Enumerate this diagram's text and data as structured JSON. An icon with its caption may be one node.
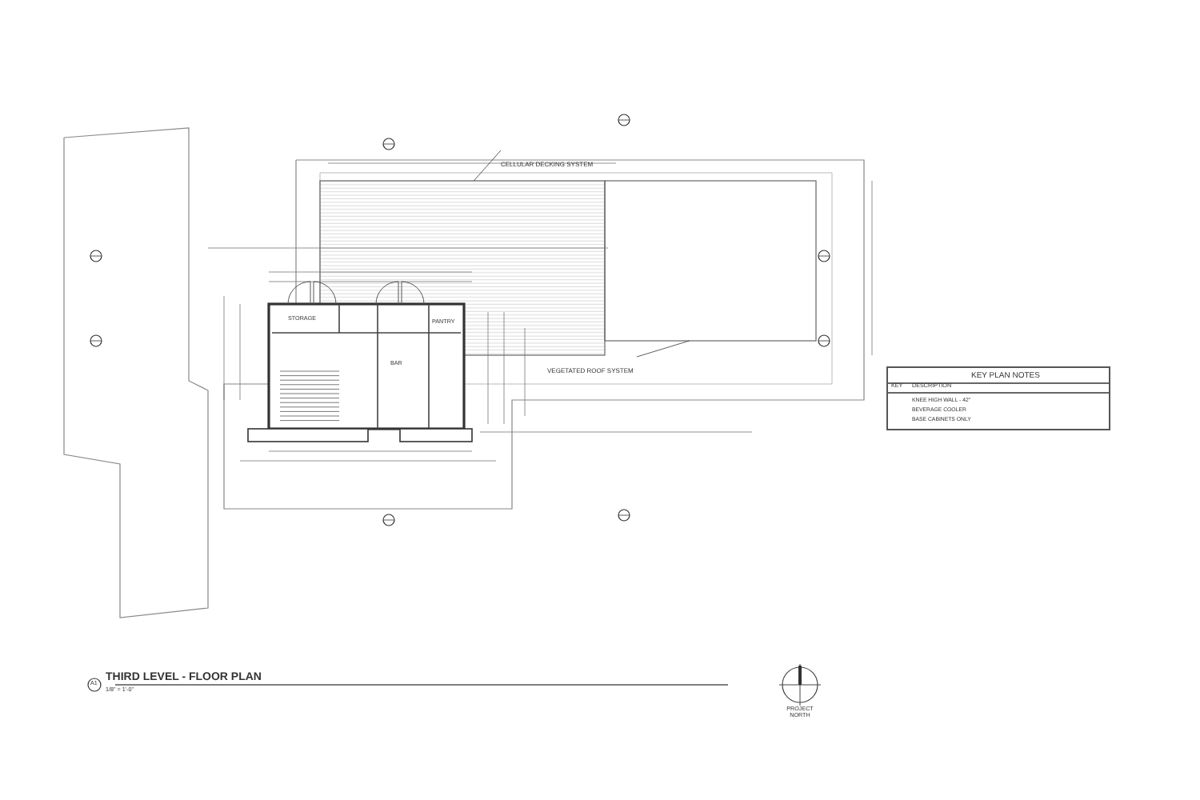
{
  "diagram": {
    "title": "THIRD LEVEL - FLOOR PLAN",
    "nodes": [
      {
        "text": [
          "CELLULAR DECKING SYSTEM"
        ]
      },
      {
        "text": [],
        "shape": "box"
      },
      {
        "text": [
          "VEGETATED ROOF SYSTEM"
        ]
      },
      {
        "text": [],
        "shape": "box"
      }
    ],
    "edges": [
      {
        "from": 0,
        "to": 1,
        "arrow": "none"
      },
      {
        "from": 2,
        "to": 3,
        "arrow": "none"
      }
    ],
    "labels": [
      "STORAGE",
      "BAR",
      "PANTRY",
      "KEY PLAN NOTES",
      "KEY",
      "DESCRIPTION",
      "KNEE HIGH WALL - 42\"",
      "BEVERAGE COOLER",
      "BASE CABINETS ONLY",
      "A1",
      "1/8\" = 1'-0\"",
      "PROJECT NORTH"
    ]
  }
}
